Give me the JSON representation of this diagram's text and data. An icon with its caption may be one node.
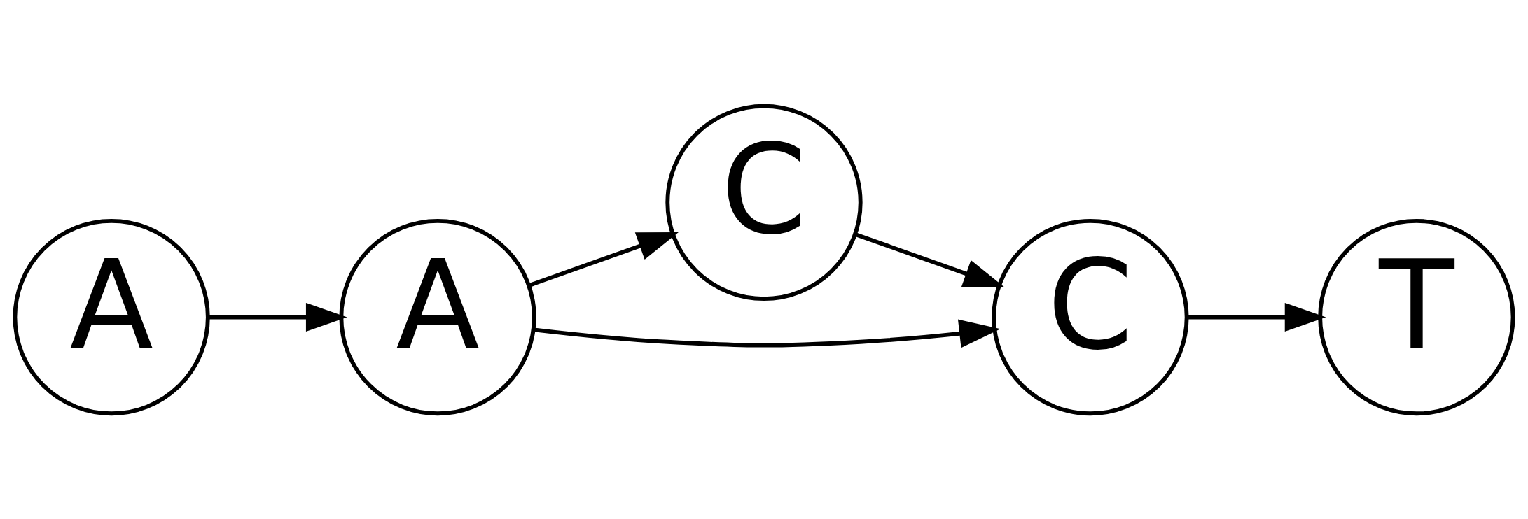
{
  "diagram": {
    "nodes": [
      {
        "text": [
          "A"
        ]
      },
      {
        "text": [
          "A"
        ]
      },
      {
        "text": [
          "C"
        ]
      },
      {
        "text": [
          "C"
        ]
      },
      {
        "text": [
          "T"
        ]
      }
    ],
    "edges": [
      {
        "from": 0,
        "to": 1,
        "arrow": "to"
      },
      {
        "from": 1,
        "to": 2,
        "arrow": "to"
      },
      {
        "from": 2,
        "to": 3,
        "arrow": "to"
      },
      {
        "from": 1,
        "to": 3,
        "arrow": "to"
      },
      {
        "from": 3,
        "to": 4,
        "arrow": "to"
      }
    ]
  }
}
